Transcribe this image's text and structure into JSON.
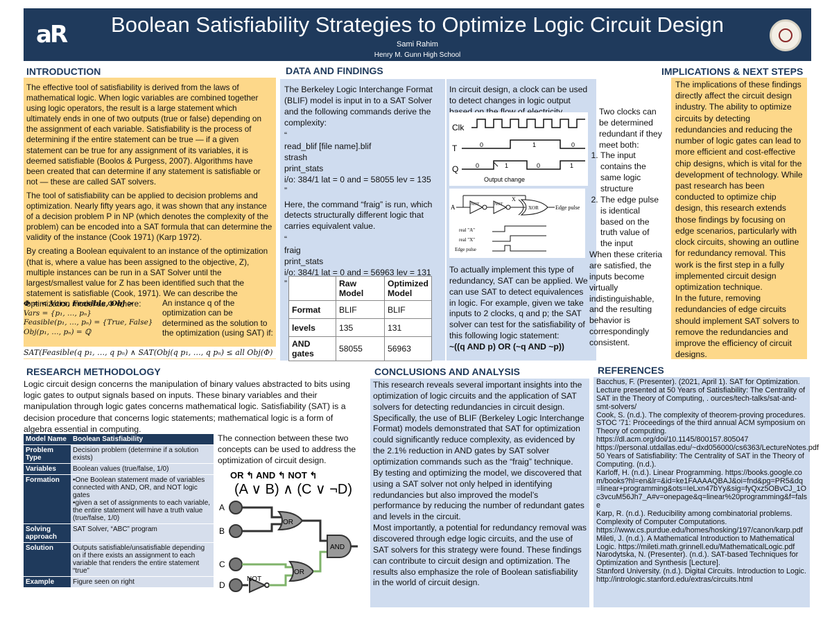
{
  "header": {
    "logo": "aR",
    "title": "Boolean Satisfiability Strategies to Optimize Logic Circuit Design",
    "author": "Sami Rahim",
    "school": "Henry M. Gunn High School"
  },
  "introduction": {
    "heading": "INTRODUCTION",
    "paragraphs": [
      "The effective tool of satisfiability is derived from the laws of mathematical logic. When logic variables are combined together using logic operators, the result is a large statement which ultimately ends in one of two outputs (true or false) depending on the assignment of each variable. Satisfiability is the process of determining if the entire statement can be true — if a given statement can be true for any assignment of its variables, it is deemed satisfiable (Boolos & Purgess, 2007). Algorithms have been created that can determine if any statement is satisfiable or not — these are called SAT solvers.",
      "The tool of satisfiability can be applied to decision problems and optimization. Nearly fifty years ago, it was shown that any instance of a decision problem P in NP (which denotes the complexity of the problem) can be encoded into a SAT formula that can determine the validity of the instance (Cook 1971) (Karp 1972).",
      "By creating a Boolean equivalent to an instance of the optimization (that is, where a value has been assigned to the objective, Z), multiple instances can be run in a SAT Solver until the largest/smallest value for Z has been identified such that the statement is satisfiable (Cook, 1971). We can describe the optimization model as Φ where:"
    ],
    "formula_lines": [
      "Φ = < Vars, Feasible, Obj >",
      "Vars = {p₁, …, pₙ}",
      "Feasible(p₁, …, pₙ) = {True, False}",
      "Obj(p₁, …, pₙ) = ℚ"
    ],
    "instance_text": "An instance q of the optimization can be determined as the solution to the optimization (using SAT) if:",
    "sat_condition": "SAT(Feasible(q p₁, …, q pₙ)  ∧  SAT(Obj(q p₁, …, q pₙ) ≤ all Obj(Φ)"
  },
  "data_findings": {
    "heading": "DATA AND FINDINGS",
    "left_intro": "The Berkeley Logic Interchange Format (BLIF) model is input in to a SAT Solver and the following commands derive the complexity:",
    "commands1": [
      "“",
      "read_blif [file name].blif",
      "strash",
      "print_stats",
      "i/o: 384/1 lat = 0 and = 58055 lev = 135",
      "”"
    ],
    "fraig_text": "Here, the command “fraig” is run, which detects structurally different logic that carries equivalent value.",
    "commands2": [
      "“",
      "fraig",
      "print_stats",
      "i/o: 384/1 lat = 0 and = 56963 lev = 131",
      "”"
    ],
    "table": {
      "headers": [
        "",
        "Raw Model",
        "Optimized Model"
      ],
      "rows": [
        [
          "Format",
          "BLIF",
          "BLIF"
        ],
        [
          "levels",
          "135",
          "131"
        ],
        [
          "AND gates",
          "58055",
          "56963"
        ]
      ]
    },
    "clock_intro": "In circuit design, a clock can be used to detect changes in logic output based on the flow of electricity.",
    "clock_labels": {
      "clk": "Clk",
      "t": "T",
      "q": "Q",
      "output_change": "Output change",
      "zero": "0",
      "one": "1"
    },
    "pulse_labels": {
      "a": "A",
      "not": "NOT",
      "x": "X",
      "xor": "XOR",
      "edge_pulse": "Edge pulse",
      "real_a": "real \"A\"",
      "real_x": "real \"X\"",
      "edge_pulse_row": "Edge pulse"
    },
    "criteria_intro": "Two clocks can be determined redundant if they meet both:",
    "criteria": [
      "The input contains the same logic structure",
      "The edge pulse is identical based on the truth value of the input"
    ],
    "criteria_outro": "When these criteria are satisfied, the inputs become virtually indistinguishable, and the resulting behavior is correspondingly consistent.",
    "sat_apply": "To actually implement this type of redundancy, SAT can be applied. We can use SAT to detect equivalences in logic. For example, given we take inputs to 2 clocks, q and p; the SAT solver can test for the satisfiability of this following logic statement:",
    "sat_statement": "~((q AND p) OR (~q AND ~p))"
  },
  "implications": {
    "heading": "IMPLICATIONS  & NEXT STEPS",
    "text": "The implications of these findings directly affect the circuit design industry. The ability to optimize circuits by detecting redundancies and reducing the number of logic gates can lead to more efficient and cost-effective chip designs, which is vital for the development of technology. While past research has been conducted to optimize chip design, this research extends those findings by focusing on edge scenarios, particularly with clock circuits, showing an outline for redundancy removal. This work is the first step in a fully implemented circuit design optimization technique.",
    "text2": "In the future, removing redundancies of edge circuits should implement SAT solvers to remove the redundancies and improve the efficiency of circuit designs."
  },
  "methodology": {
    "heading": "RESEARCH METHODOLOGY",
    "text": "Logic circuit design concerns the manipulation of binary values abstracted to bits using logic gates to output signals based on inputs. These binary variables and their manipulation through logic gates concerns mathematical logic. Satisfiability (SAT) is a decision procedure that concerns logic statements; mathematical logic is a form of algebra essential in computing.",
    "table": [
      [
        "Model Name",
        "Boolean Satisfiability"
      ],
      [
        "Problem Type",
        "Decision problem (determine if a solution exists)"
      ],
      [
        "Variables",
        "Boolean values (true/false, 1/0)"
      ],
      [
        "Formation",
        "•One Boolean statement made of variables connected with AND, OR, and NOT logic gates\n•given a set of assignments to each variable, the entire statement will have a truth value (true/false, 1/0)"
      ],
      [
        "Solving approach",
        "SAT Solver, “ABC” program"
      ],
      [
        "Solution",
        "Outputs satisfiable/unsatisfiable depending on if there exists an assignment to each variable that   renders the entire statement “true”"
      ],
      [
        "Example",
        "Figure seen on right"
      ]
    ],
    "connection_text": "The connection between these two concepts can be used to address the optimization of circuit design.",
    "gate_expr_labels": "OR ↰ AND ↰  NOT ↰",
    "gate_expr": "(A ∨ B)  ∧  (C ∨ ¬D)",
    "gate_labels": {
      "a": "A",
      "b": "B",
      "c": "C",
      "d": "D",
      "or": "OR",
      "and": "AND",
      "not": "NOT"
    }
  },
  "conclusions": {
    "heading": "CONCLUSIONS AND ANALYSIS",
    "paragraphs": [
      "This research reveals several important insights into the optimization of logic circuits and the application of SAT solvers for detecting redundancies in circuit design. Specifically, the use of BLIF (Berkeley Logic Interchange Format) models demonstrated that SAT for optimization could significantly reduce complexity, as evidenced by the 2.1% reduction in AND gates by SAT solver optimization commands such as the “fraig” technique.",
      "By testing and optimizing the model, we discovered that using a SAT solver not only helped in identifying redundancies but also improved the model’s performance by reducing the number of redundant gates and levels in the circuit.",
      "Most importantly, a potential for redundancy removal was discovered through edge logic circuits, and the use of SAT solvers for this strategy were found. These findings can contribute to circuit design and optimization. The results also emphasize the role of Boolean satisfiability in the world of circuit design."
    ]
  },
  "references": {
    "heading": "REFERENCES",
    "items": [
      "Bacchus, F. (Presenter). (2021, April 1). SAT for Optimization. Lecture presented at 50 Years of Satisfiability: The Centrality of SAT in the Theory of Computing, . ources/tech-talks/sat-and-smt-solvers/",
      "Cook, S. (n.d.). The complexity of theorem-proving procedures. STOC '71: Proceedings of the third annual ACM symposium on Theory of computing. https://dl.acm.org/doi/10.1145/800157.805047",
      "https://personal.utdallas.edu/~dxd056000/cs6363/LectureNotes.pdf",
      "50 Years of Satisfiability: The Centrality of SAT in the Theory of Computing. (n.d.).",
      "Karloff, H. (n.d.). Linear Programming. https://books.google.com/books?hl=en&lr=&id=ke1FAAAAQBAJ&oi=fnd&pg=PR5&dq=linear+programming&ots=IeLxn47bYy&sig=fyQxz5OBvCJ_1Oc3vcuM56Jh7_A#v=onepage&q=linear%20programming&f=false",
      "Karp, R. (n.d.). Reducibility among combinatorial problems. Complexity of Computer Computations. https://www.cs.purdue.edu/homes/hosking/197/canon/karp.pdf",
      "Mileti, J. (n.d.). A Mathematical Introduction to Mathematical Logic. https://mileti.math.grinnell.edu/MathematicalLogic.pdf",
      "Narodytska, N. (Presenter). (n.d.). SAT-based Techniques for Optimization and Synthesis [Lecture].",
      "Stanford University. (n.d.). Digital Circuits. Introduction to Logic. http://intrologic.stanford.edu/extras/circuits.html"
    ]
  }
}
